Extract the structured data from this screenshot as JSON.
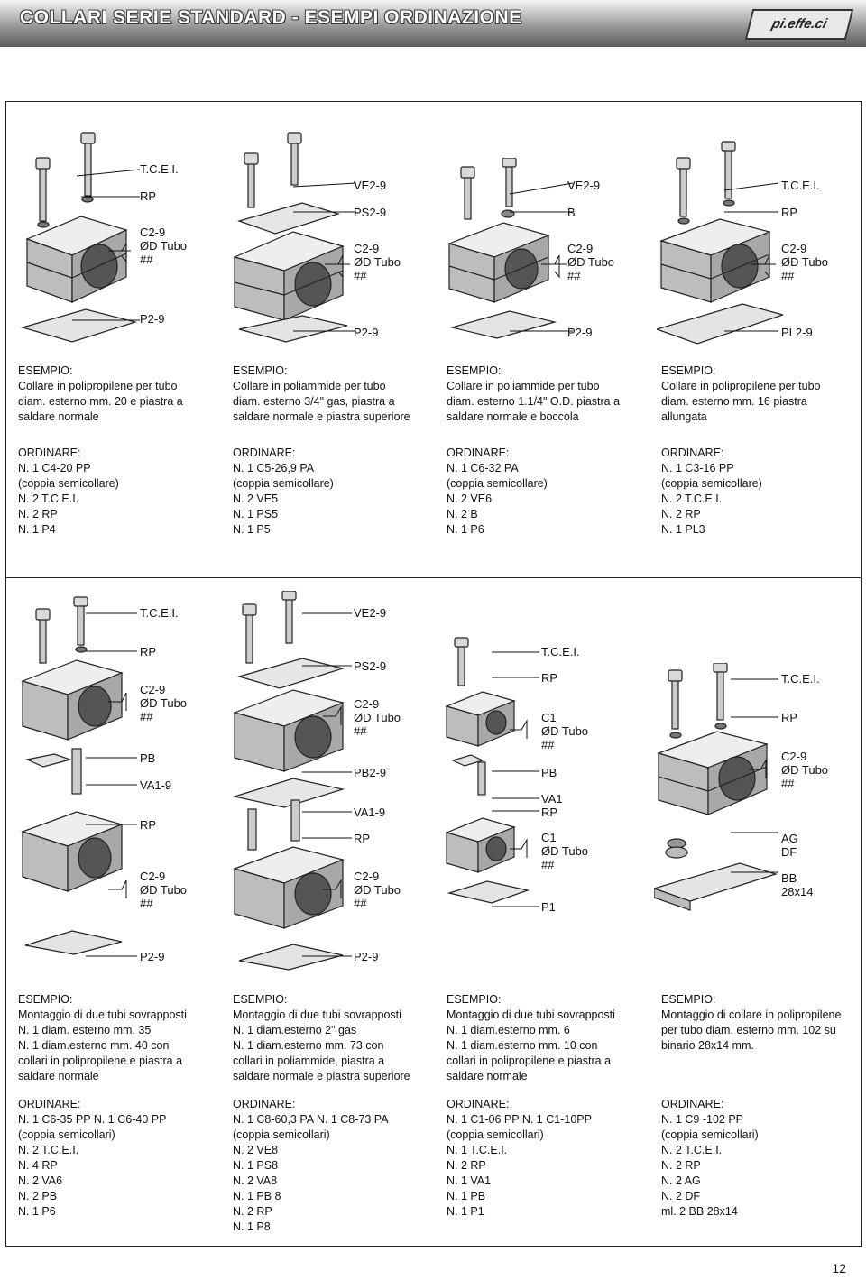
{
  "header": {
    "title": "COLLARI SERIE STANDARD - ESEMPI ORDINAZIONE",
    "logo": "pi.effe.ci"
  },
  "page_number": "12",
  "examples": [
    {
      "labels": [
        "T.C.E.I.",
        "RP",
        "C2-9",
        "ØD Tubo",
        "##",
        "P2-9"
      ],
      "esempio_title": "ESEMPIO:",
      "esempio": [
        "Collare in polipropilene per tubo",
        "diam. esterno mm. 20 e piastra a",
        "saldare normale"
      ],
      "ordinare_title": "ORDINARE:",
      "ordinare": [
        "N. 1  C4-20 PP",
        "(coppia semicollare)",
        "N. 2  T.C.E.I.",
        "N. 2  RP",
        "N. 1  P4"
      ]
    },
    {
      "labels": [
        "VE2-9",
        "PS2-9",
        "C2-9",
        "ØD Tubo",
        "##",
        "P2-9"
      ],
      "esempio_title": "ESEMPIO:",
      "esempio": [
        "Collare in poliammide per tubo",
        "diam. esterno  3/4\" gas,  piastra a",
        "saldare normale e piastra superiore"
      ],
      "ordinare_title": "ORDINARE:",
      "ordinare": [
        "N. 1  C5-26,9 PA",
        "(coppia semicollare)",
        "N. 2  VE5",
        "N. 1  PS5",
        "N. 1  P5"
      ]
    },
    {
      "labels": [
        "VE2-9",
        "B",
        "C2-9",
        "ØD Tubo",
        "##",
        "P2-9"
      ],
      "esempio_title": "ESEMPIO:",
      "esempio": [
        "Collare in poliammide per tubo",
        "diam. esterno 1.1/4\" O.D. piastra a",
        "saldare normale e boccola"
      ],
      "ordinare_title": "ORDINARE:",
      "ordinare": [
        "N. 1  C6-32 PA",
        "(coppia semicollare)",
        "N. 2  VE6",
        "N. 2  B",
        "N. 1  P6"
      ]
    },
    {
      "labels": [
        "T.C.E.I.",
        "RP",
        "C2-9",
        "ØD Tubo",
        "##",
        "PL2-9"
      ],
      "esempio_title": "ESEMPIO:",
      "esempio": [
        "Collare in polipropilene per tubo",
        "diam. esterno mm. 16  piastra",
        "allungata"
      ],
      "ordinare_title": "ORDINARE:",
      "ordinare": [
        "N. 1  C3-16 PP",
        "(coppia semicollare)",
        "N. 2  T.C.E.I.",
        "N. 2  RP",
        "N. 1  PL3"
      ]
    },
    {
      "labels": [
        "T.C.E.I.",
        "RP",
        "C2-9",
        "ØD Tubo",
        "##",
        "PB",
        "VA1-9",
        "RP",
        "C2-9",
        "ØD Tubo",
        "##",
        "P2-9"
      ],
      "esempio_title": "ESEMPIO:",
      "esempio": [
        "Montaggio di due tubi sovrapposti",
        "N. 1 diam. esterno mm. 35",
        "N. 1 diam.esterno mm. 40 con",
        "collari in polipropilene e piastra a",
        "saldare normale"
      ],
      "ordinare_title": "ORDINARE:",
      "ordinare": [
        "N. 1  C6-35 PP   N. 1 C6-40 PP",
        "(coppia semicollari)",
        "N. 2  T.C.E.I.",
        "N. 4  RP",
        "N. 2  VA6",
        "N. 2  PB",
        "N. 1  P6"
      ]
    },
    {
      "labels": [
        "VE2-9",
        "PS2-9",
        "C2-9",
        "ØD Tubo",
        "##",
        "PB2-9",
        "VA1-9",
        "RP",
        "C2-9",
        "ØD Tubo",
        "##",
        "P2-9"
      ],
      "esempio_title": "ESEMPIO:",
      "esempio": [
        "Montaggio di due tubi sovrapposti",
        "N. 1 diam.esterno 2\" gas",
        "N. 1 diam.esterno mm. 73 con",
        "collari in poliammide, piastra a",
        "saldare normale e piastra superiore"
      ],
      "ordinare_title": "ORDINARE:",
      "ordinare": [
        "N. 1  C8-60,3 PA   N. 1  C8-73 PA",
        "(coppia semicollari)",
        "N. 2  VE8",
        "N. 1  PS8",
        "N. 2  VA8",
        "N. 1  PB 8",
        "N. 2  RP",
        "N. 1  P8"
      ]
    },
    {
      "labels": [
        "T.C.E.I.",
        "RP",
        "C1",
        "ØD Tubo",
        "##",
        "PB",
        "VA1",
        "RP",
        "C1",
        "ØD Tubo",
        "##",
        "P1"
      ],
      "esempio_title": "ESEMPIO:",
      "esempio": [
        "Montaggio di due tubi sovrapposti",
        "N. 1 diam.esterno mm. 6",
        "N. 1 diam.esterno mm. 10 con",
        "collari in polipropilene e piastra a",
        "saldare normale"
      ],
      "ordinare_title": "ORDINARE:",
      "ordinare": [
        "N. 1  C1-06 PP   N. 1  C1-10PP",
        "(coppia semicollari)",
        "N. 1  T.C.E.I.",
        "N. 2  RP",
        "N. 1  VA1",
        "N. 1  PB",
        "N. 1  P1"
      ]
    },
    {
      "labels": [
        "T.C.E.I.",
        "RP",
        "C2-9",
        "ØD Tubo",
        "##",
        "AG",
        "DF",
        "BB",
        "28x14"
      ],
      "esempio_title": "ESEMPIO:",
      "esempio": [
        "Montaggio di collare in polipropilene",
        "per tubo diam. esterno mm. 102 su",
        "binario 28x14 mm."
      ],
      "ordinare_title": "ORDINARE:",
      "ordinare": [
        "N. 1  C9 -102 PP",
        "(coppia semicollari)",
        "N. 2  T.C.E.I.",
        "N. 2  RP",
        "N. 2  AG",
        "N. 2  DF",
        "ml. 2  BB 28x14"
      ]
    }
  ]
}
